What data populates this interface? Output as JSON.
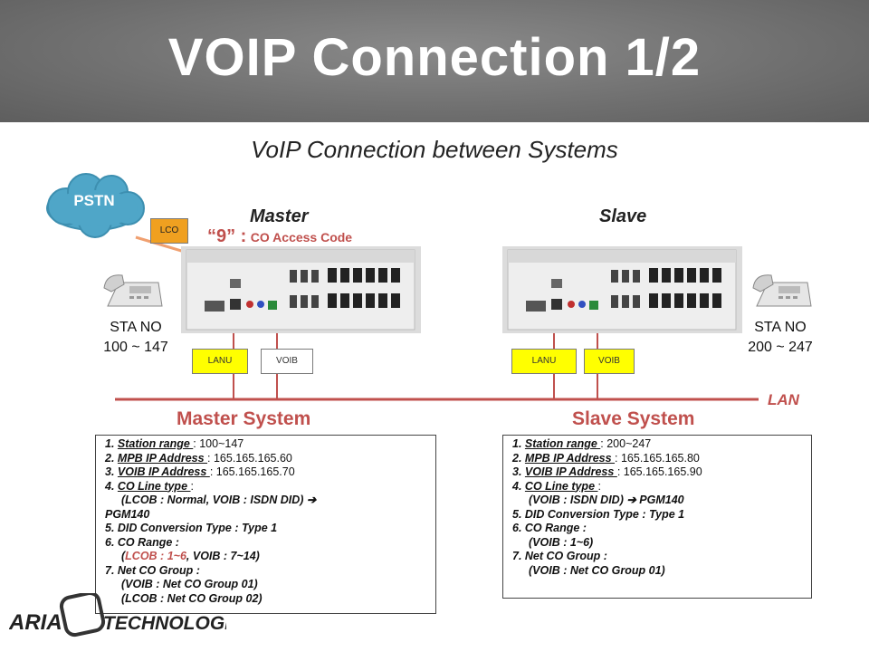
{
  "title": "VOIP Connection 1/2",
  "subtitle": "VoIP Connection between Systems",
  "pstn": "PSTN",
  "lco_tag": "LCO",
  "access_code_quote": "“9” :",
  "access_code_text": "CO Access Code",
  "master_label": "Master",
  "slave_label": "Slave",
  "master_sta": {
    "line1": "STA NO",
    "line2": "100 ~ 147"
  },
  "slave_sta": {
    "line1": "STA NO",
    "line2": "200 ~ 247"
  },
  "master_tags": {
    "lanu": "LANU",
    "voib": "VOIB"
  },
  "slave_tags": {
    "lanu": "LANU",
    "voib": "VOIB"
  },
  "lan_label": "LAN",
  "master_system_header": "Master System",
  "slave_system_header": "Slave System",
  "master_box": {
    "l1_num": "1.",
    "l1_key": "Station range ",
    "l1_val": ": 100~147",
    "l2_num": "2.",
    "l2_key": "MPB IP Address ",
    "l2_val": ": 165.165.165.60",
    "l3_num": "3.",
    "l3_key": "VOIB IP Address ",
    "l3_val": ": 165.165.165.70",
    "l4_num": "4.",
    "l4_key": "CO Line type ",
    "l4_val": ":",
    "l4b": "(LCOB : Normal, VOIB  : ISDN DID)  ➔",
    "l4c": "PGM140",
    "l5": "5. DID Conversion Type : Type 1",
    "l6": "6. CO Range :",
    "l6b_open": "(",
    "l6b_red": "LCOB : 1~6",
    "l6b_rest": ", VOIB : 7~14)",
    "l7": "7. Net CO Group :",
    "l7b": "(VOIB  : Net CO Group 01)",
    "l7c": "(LCOB : Net CO Group 02)"
  },
  "slave_box": {
    "l1_num": "1.",
    "l1_key": "Station range ",
    "l1_val": ": 200~247",
    "l2_num": "2.",
    "l2_key": "MPB IP Address ",
    "l2_val": ": 165.165.165.80",
    "l3_num": "3.",
    "l3_key": "VOIB IP Address ",
    "l3_val": ": 165.165.165.90",
    "l4_num": "4.",
    "l4_key": "CO Line type ",
    "l4_val": ":",
    "l4b": "(VOIB : ISDN DID)  ➔ PGM140",
    "l5": "5. DID Conversion Type : Type 1",
    "l6": "6. CO Range :",
    "l6b": "(VOIB : 1~6)",
    "l7": "7. Net CO Group :",
    "l7b": "(VOIB : Net CO Group 01)"
  },
  "logo": {
    "left": "ARIA",
    "right": "TECHNOLOGIES"
  },
  "colors": {
    "accent_red": "#c0504d",
    "cloud": "#4fa6c8",
    "title_bar": "#6f6f6f"
  }
}
